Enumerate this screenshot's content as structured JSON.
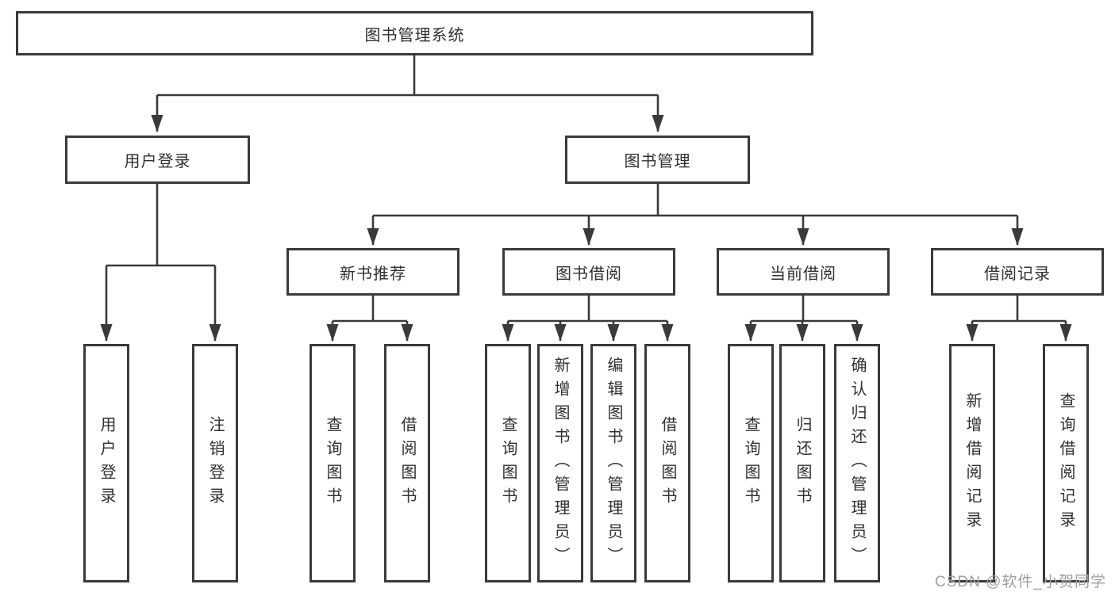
{
  "tree": {
    "root": {
      "label": "图书管理系统",
      "children": [
        {
          "label": "用户登录",
          "children": [
            {
              "label": "用户登录"
            },
            {
              "label": "注销登录"
            }
          ]
        },
        {
          "label": "图书管理",
          "children": [
            {
              "label": "新书推荐",
              "children": [
                {
                  "label": "查询图书"
                },
                {
                  "label": "借阅图书"
                }
              ]
            },
            {
              "label": "图书借阅",
              "children": [
                {
                  "label": "查询图书"
                },
                {
                  "label": "新增图书（管理员）"
                },
                {
                  "label": "编辑图书（管理员）"
                },
                {
                  "label": "借阅图书"
                }
              ]
            },
            {
              "label": "当前借阅",
              "children": [
                {
                  "label": "查询图书"
                },
                {
                  "label": "归还图书"
                },
                {
                  "label": "确认归还（管理员）"
                }
              ]
            },
            {
              "label": "借阅记录",
              "children": [
                {
                  "label": "新增借阅记录"
                },
                {
                  "label": "查询借阅记录"
                }
              ]
            }
          ]
        }
      ]
    }
  },
  "watermark": {
    "text": "CSDN @软件_小贺同学"
  },
  "colors": {
    "line": "#3a3a3a",
    "text": "#303030",
    "watermark": "#a0a0a0",
    "background": "#ffffff"
  }
}
